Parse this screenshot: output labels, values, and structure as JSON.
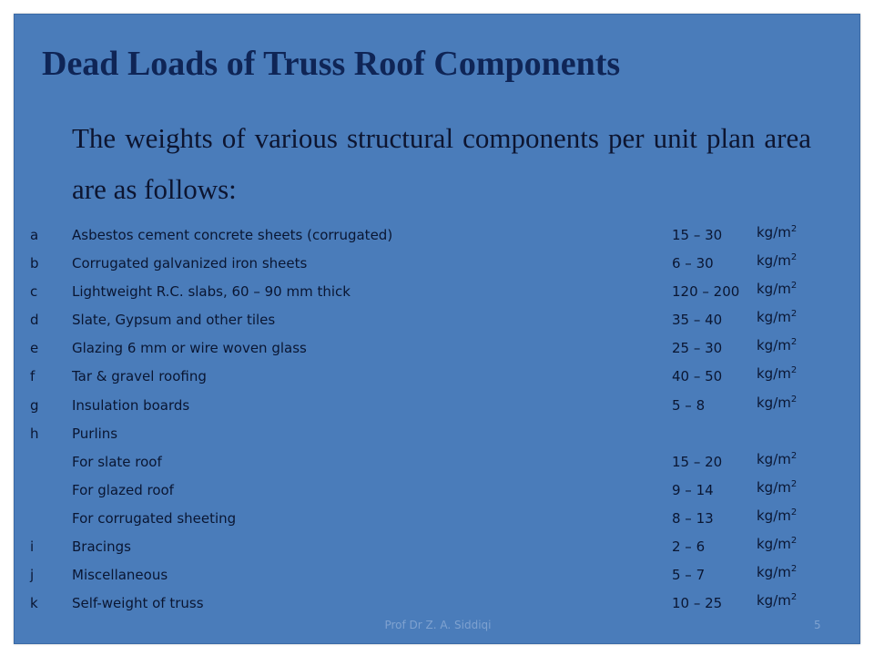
{
  "slide": {
    "title": "Dead Loads of Truss Roof Components",
    "intro": "The weights of various structural components per unit plan area are as follows:",
    "unit_base": "kg/m",
    "unit_power": "2",
    "rows": [
      {
        "letter": "a",
        "desc": "Asbestos cement concrete sheets (corrugated)",
        "range": "15 – 30",
        "unit": true
      },
      {
        "letter": "b",
        "desc": "Corrugated galvanized iron sheets",
        "range": "6 – 30",
        "unit": true
      },
      {
        "letter": "c",
        "desc": "Lightweight R.C. slabs, 60 – 90 mm thick",
        "range": "120 – 200",
        "unit": true
      },
      {
        "letter": "d",
        "desc": "Slate, Gypsum and other tiles",
        "range": "35 – 40",
        "unit": true
      },
      {
        "letter": "e",
        "desc": "Glazing 6 mm or wire woven glass",
        "range": "25 – 30",
        "unit": true
      },
      {
        "letter": "f",
        "desc": "Tar & gravel roofing",
        "range": "40 – 50",
        "unit": true
      },
      {
        "letter": "g",
        "desc": "Insulation boards",
        "range": "5 – 8",
        "unit": true
      },
      {
        "letter": "h",
        "desc": "Purlins",
        "range": "",
        "unit": false
      },
      {
        "letter": "",
        "desc": "For slate roof",
        "range": "15 – 20",
        "unit": true
      },
      {
        "letter": "",
        "desc": "For glazed roof",
        "range": "9 – 14",
        "unit": true
      },
      {
        "letter": "",
        "desc": "For corrugated sheeting",
        "range": "8 – 13",
        "unit": true
      },
      {
        "letter": "i",
        "desc": "Bracings",
        "range": "2 – 6",
        "unit": true
      },
      {
        "letter": "j",
        "desc": "Miscellaneous",
        "range": "5 – 7",
        "unit": true
      },
      {
        "letter": "k",
        "desc": "Self-weight of truss",
        "range": "10 – 25",
        "unit": true
      }
    ],
    "footer": "Prof Dr Z. A. Siddiqi",
    "page_number": "5"
  },
  "colors": {
    "slide_background": "#4a7cba",
    "title_color": "#0f2556",
    "footer_color": "#7fa2d0"
  }
}
